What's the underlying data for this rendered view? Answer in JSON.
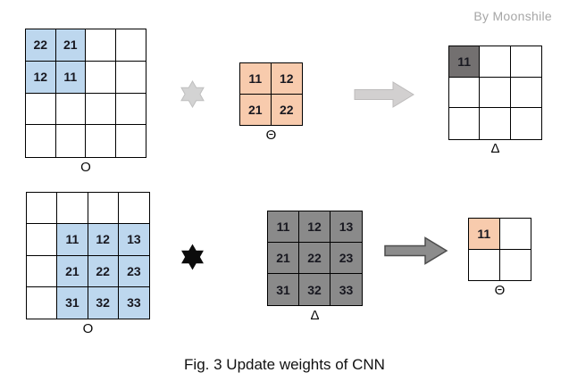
{
  "watermark": {
    "text": "By Moonshile",
    "color": "#a6a6a6"
  },
  "caption": "Fig. 3 Update weights of CNN",
  "colors": {
    "cell_blue": "#bdd7ee",
    "cell_orange": "#f8cbad",
    "cell_gray": "#8a8a8a",
    "cell_gray_dark": "#737070",
    "grid_border": "#000000",
    "star_light": "#d3d3d3",
    "star_dark": "#0c0c0c",
    "arrow_light": "#d2d0d0",
    "arrow_dark": "#8c8c8c"
  },
  "grids": {
    "top_input": {
      "label": "O",
      "cells": [
        [
          "22",
          "21",
          "",
          ""
        ],
        [
          "12",
          "11",
          "",
          ""
        ],
        [
          "",
          "",
          "",
          ""
        ],
        [
          "",
          "",
          "",
          ""
        ]
      ],
      "fills": [
        [
          "blue",
          "blue",
          "",
          ""
        ],
        [
          "blue",
          "blue",
          "",
          ""
        ],
        [
          "",
          "",
          "",
          ""
        ],
        [
          "",
          "",
          "",
          ""
        ]
      ]
    },
    "top_kernel": {
      "label": "Θ",
      "cells": [
        [
          "11",
          "12"
        ],
        [
          "21",
          "22"
        ]
      ],
      "fills": [
        [
          "orange",
          "orange"
        ],
        [
          "orange",
          "orange"
        ]
      ]
    },
    "top_output": {
      "label": "Δ",
      "cells": [
        [
          "11",
          "",
          ""
        ],
        [
          "",
          "",
          ""
        ],
        [
          "",
          "",
          ""
        ]
      ],
      "fills": [
        [
          "graydark",
          "",
          ""
        ],
        [
          "",
          "",
          ""
        ],
        [
          "",
          "",
          ""
        ]
      ]
    },
    "bottom_input": {
      "label": "O",
      "cells": [
        [
          "",
          "",
          "",
          ""
        ],
        [
          "",
          "11",
          "12",
          "13"
        ],
        [
          "",
          "21",
          "22",
          "23"
        ],
        [
          "",
          "31",
          "32",
          "33"
        ]
      ],
      "fills": [
        [
          "",
          "",
          "",
          ""
        ],
        [
          "",
          "blue",
          "blue",
          "blue"
        ],
        [
          "",
          "blue",
          "blue",
          "blue"
        ],
        [
          "",
          "blue",
          "blue",
          "blue"
        ]
      ]
    },
    "bottom_delta": {
      "label": "Δ",
      "cells": [
        [
          "11",
          "12",
          "13"
        ],
        [
          "21",
          "22",
          "23"
        ],
        [
          "31",
          "32",
          "33"
        ]
      ],
      "fills": [
        [
          "gray",
          "gray",
          "gray"
        ],
        [
          "gray",
          "gray",
          "gray"
        ],
        [
          "gray",
          "gray",
          "gray"
        ]
      ]
    },
    "bottom_output": {
      "label": "Θ",
      "cells": [
        [
          "11",
          ""
        ],
        [
          "",
          ""
        ]
      ],
      "fills": [
        [
          "orange",
          ""
        ],
        [
          "",
          ""
        ]
      ]
    }
  }
}
